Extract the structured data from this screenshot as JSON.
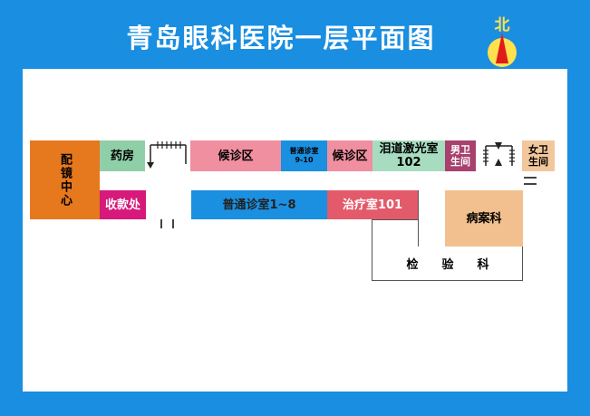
{
  "title": "青岛眼科医院一层平面图",
  "compass": {
    "label": "北"
  },
  "colors": {
    "frame": "#1a8ee0",
    "canvas": "#ffffff",
    "optical": "#e6781e",
    "pharmacy": "#8fcfa8",
    "waiting": "#f08f9f",
    "clinic_blue": "#1b8fe0",
    "laser": "#a8dcc1",
    "men_wc": "#a8416e",
    "women_wc": "#f2c79b",
    "cashier": "#d6197a",
    "treatment": "#e35a6a",
    "records": "#f2c08e"
  },
  "rooms": {
    "optical_center": "配镜中心",
    "pharmacy": "药房",
    "waiting_1": "候诊区",
    "clinic_910_a": "普通诊室",
    "clinic_910_b": "9-10",
    "waiting_2": "候诊区",
    "laser_a": "泪道激光室",
    "laser_b": "102",
    "men_wc_a": "男卫",
    "men_wc_b": "生间",
    "women_wc_a": "女卫",
    "women_wc_b": "生间",
    "cashier": "收款处",
    "clinic_18": "普通诊室1~8",
    "treatment": "治疗室101",
    "records": "病案科",
    "lab": "检　　验　　科"
  }
}
